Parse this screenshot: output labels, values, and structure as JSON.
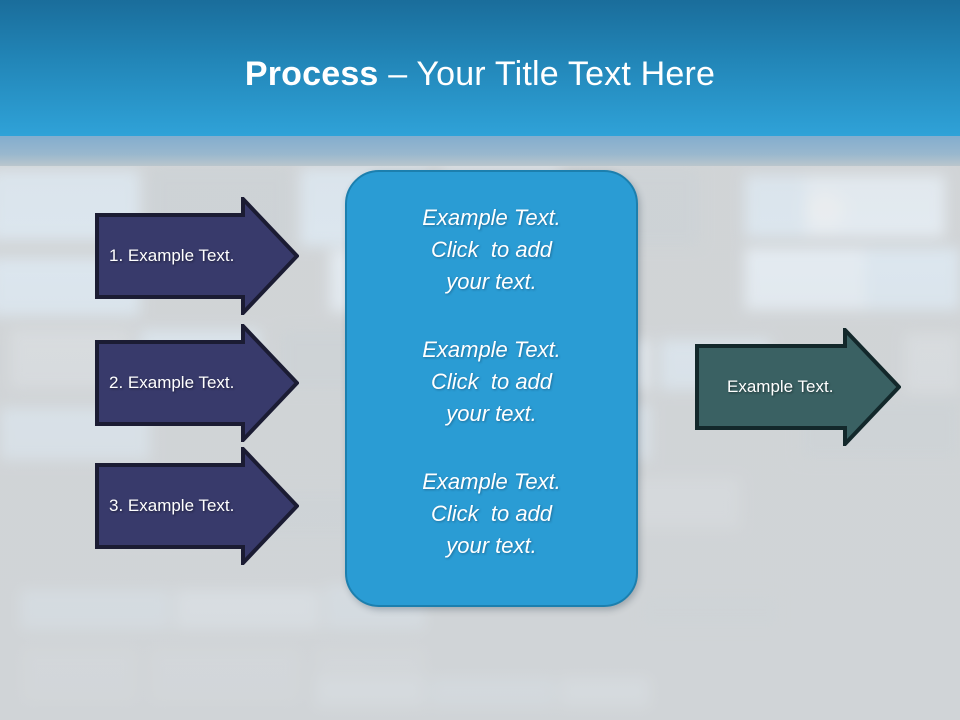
{
  "slide": {
    "title_strong": "Process",
    "title_rest": " – Your Title Text Here"
  },
  "theme": {
    "header_top": "#1a6d9b",
    "header_bottom": "#2fa2d8",
    "band": "#96b6cd",
    "background": "#d1d4d6",
    "navy_arrow": "#383a6b",
    "navy_arrow_outline": "#1b1c33",
    "center_box": "#2a9cd4",
    "center_box_outline": "#1c7fae",
    "teal_arrow": "#3a6163",
    "teal_arrow_outline": "#13282b",
    "text": "#ffffff"
  },
  "left_arrows": [
    {
      "label": "1. Example Text."
    },
    {
      "label": "2. Example Text."
    },
    {
      "label": "3. Example Text."
    }
  ],
  "center_box": {
    "blocks": [
      {
        "line1": "Example Text.",
        "line2": "Click  to add",
        "line3": "your text."
      },
      {
        "line1": "Example Text.",
        "line2": "Click  to add",
        "line3": "your text."
      },
      {
        "line1": "Example Text.",
        "line2": "Click  to add",
        "line3": "your text."
      }
    ]
  },
  "right_arrow": {
    "label": "Example Text."
  }
}
